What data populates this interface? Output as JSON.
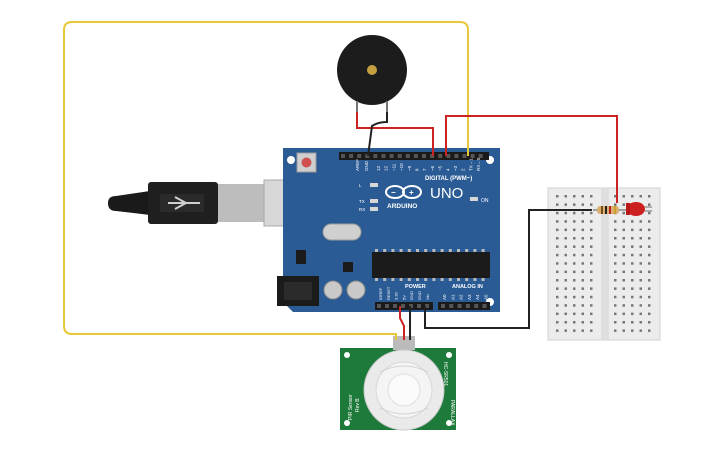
{
  "board": {
    "logo_text": "ARDUINO",
    "model": "UNO",
    "digital_header": "DIGITAL (PWM~)",
    "power_header": "POWER",
    "analog_header": "ANALOG IN",
    "aref": "AREF",
    "gnd": "GND",
    "digital_pins": [
      "13",
      "12",
      "~11",
      "~10",
      "~9",
      "8",
      "7",
      "~6",
      "~5",
      "4",
      "~3",
      "2",
      "TX→1",
      "RX←0"
    ],
    "power_pins": [
      "IOREF",
      "RESET",
      "3.3V",
      "5V",
      "GND",
      "GND",
      "Vin"
    ],
    "analog_pins": [
      "A0",
      "A1",
      "A2",
      "A3",
      "A4",
      "A5"
    ],
    "led_labels": [
      "L",
      "TX",
      "RX"
    ],
    "on_label": "ON"
  },
  "pir_sensor": {
    "left_text": "PIR Sensor",
    "left_text_2": "Rev B",
    "right_text_1": "HC-SR501",
    "right_text_2": "PARALLAX"
  },
  "colors": {
    "board": "#2a5b95",
    "wire_yellow": "#e8c838",
    "wire_red": "#cc2222",
    "wire_black": "#222222",
    "pir_board": "#1e7a3a",
    "breadboard": "#ececec",
    "led": "#cc2020"
  }
}
